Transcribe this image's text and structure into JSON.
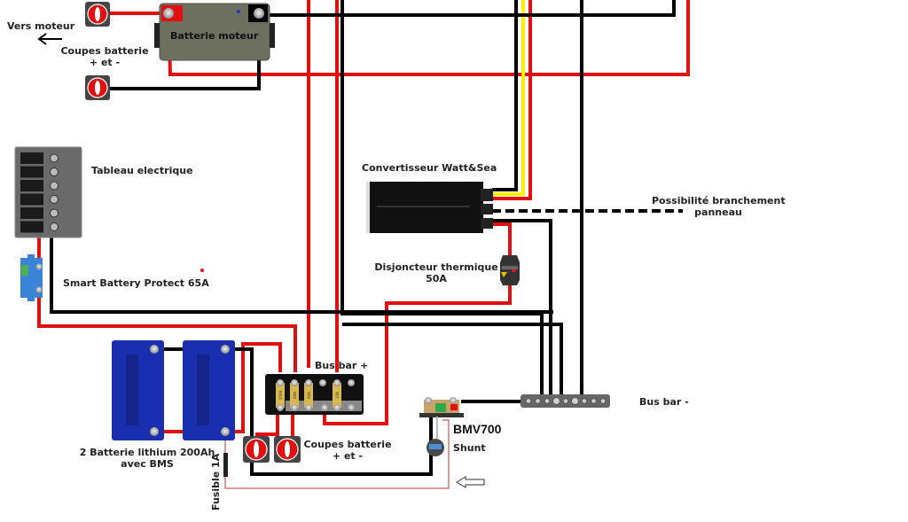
{
  "diagram": {
    "title": "Schéma électrique bateau",
    "colors": {
      "positive_wire": "#e01010",
      "negative_wire": "#000000",
      "yellow_wire": "#ffee00",
      "lithium_battery": "#1a2fb0",
      "engine_battery": "#6b6b5c",
      "background": "#ffffff"
    },
    "labels": {
      "vers_moteur": "Vers moteur",
      "coupes_top_line1": "Coupes batterie",
      "coupes_top_line2": "+ et -",
      "batterie_moteur": "Batterie moteur",
      "tableau": "Tableau electrique",
      "smart_bp": "Smart Battery Protect 65A",
      "convertisseur": "Convertisseur Watt&Sea",
      "possibilite_line1": "Possibilité branchement",
      "possibilite_line2": "panneau",
      "disjoncteur_line1": "Disjoncteur thermique",
      "disjoncteur_line2": "50A",
      "busbar_plus": "Bus bar +",
      "busbar_minus": "Bus bar -",
      "lithium_line1": "2 Batterie lithium 200Ah",
      "lithium_line2": "avec BMS",
      "coupes_bottom_line1": "Coupes batterie",
      "coupes_bottom_line2": "+ et -",
      "fusible": "Fusible 1A",
      "bmv": "BMV700",
      "shunt": "Shunt"
    },
    "fuses": [
      "200A",
      "60A",
      "60A",
      "15A"
    ],
    "components": [
      {
        "name": "engine-battery",
        "label": "Batterie moteur"
      },
      {
        "name": "switch-panel",
        "switches": 6
      },
      {
        "name": "smart-battery-protect",
        "rating": "65A"
      },
      {
        "name": "wattsea-converter"
      },
      {
        "name": "thermal-breaker",
        "rating": "50A"
      },
      {
        "name": "lithium-battery",
        "count": 2,
        "capacity": "200Ah"
      },
      {
        "name": "battery-switch",
        "count": 4
      },
      {
        "name": "positive-busbar"
      },
      {
        "name": "negative-busbar"
      },
      {
        "name": "shunt",
        "model": "BMV700"
      },
      {
        "name": "inline-fuse",
        "rating": "1A"
      }
    ]
  }
}
